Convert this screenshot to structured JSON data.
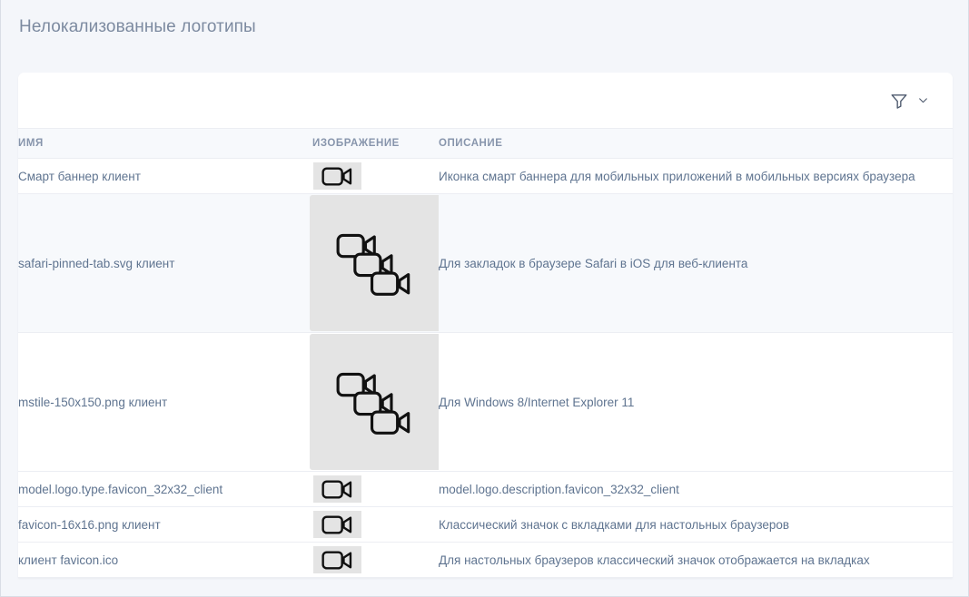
{
  "page": {
    "title": "Нелокализованные логотипы",
    "background_color": "#f4f6fa",
    "title_color": "#7c8aa0"
  },
  "toolbar": {
    "filter_icon": "filter-funnel-icon",
    "chevron_icon": "chevron-down-icon",
    "icon_color": "#4e5a6e"
  },
  "table": {
    "columns": [
      {
        "key": "name",
        "label": "ИМЯ"
      },
      {
        "key": "image",
        "label": "ИЗОБРАЖЕНИЕ"
      },
      {
        "key": "desc",
        "label": "ОПИСАНИЕ"
      }
    ],
    "header_background": "#f7f9fc",
    "header_text_color": "#8795ac",
    "row_text_color": "#5f7490",
    "stripe_color": "#f7f9fc",
    "thumbnail_background": "#e4e4e4",
    "rows": [
      {
        "name": "Смарт баннер клиент",
        "image_icon": "video-camera-icon",
        "image_size": "small",
        "desc": "Иконка смарт баннера для мобильных приложений в мобильных версиях браузера",
        "stripe": false
      },
      {
        "name": "safari-pinned-tab.svg клиент",
        "image_icon": "triple-video-camera-icon",
        "image_size": "large",
        "desc": "Для закладок в браузере Safari в iOS для веб-клиента",
        "stripe": true
      },
      {
        "name": "mstile-150x150.png клиент",
        "image_icon": "triple-video-camera-icon",
        "image_size": "large",
        "desc": "Для Windows 8/Internet Explorer 11",
        "stripe": false
      },
      {
        "name": "model.logo.type.favicon_32x32_client",
        "image_icon": "video-camera-icon",
        "image_size": "small",
        "desc": "model.logo.description.favicon_32x32_client",
        "stripe": false
      },
      {
        "name": "favicon-16x16.png клиент",
        "image_icon": "video-camera-icon",
        "image_size": "small",
        "desc": "Классический значок с вкладками для настольных браузеров",
        "stripe": false
      },
      {
        "name": "клиент favicon.ico",
        "image_icon": "video-camera-icon",
        "image_size": "small",
        "desc": "Для настольных браузеров классический значок отображается на вкладках",
        "stripe": false
      }
    ]
  }
}
